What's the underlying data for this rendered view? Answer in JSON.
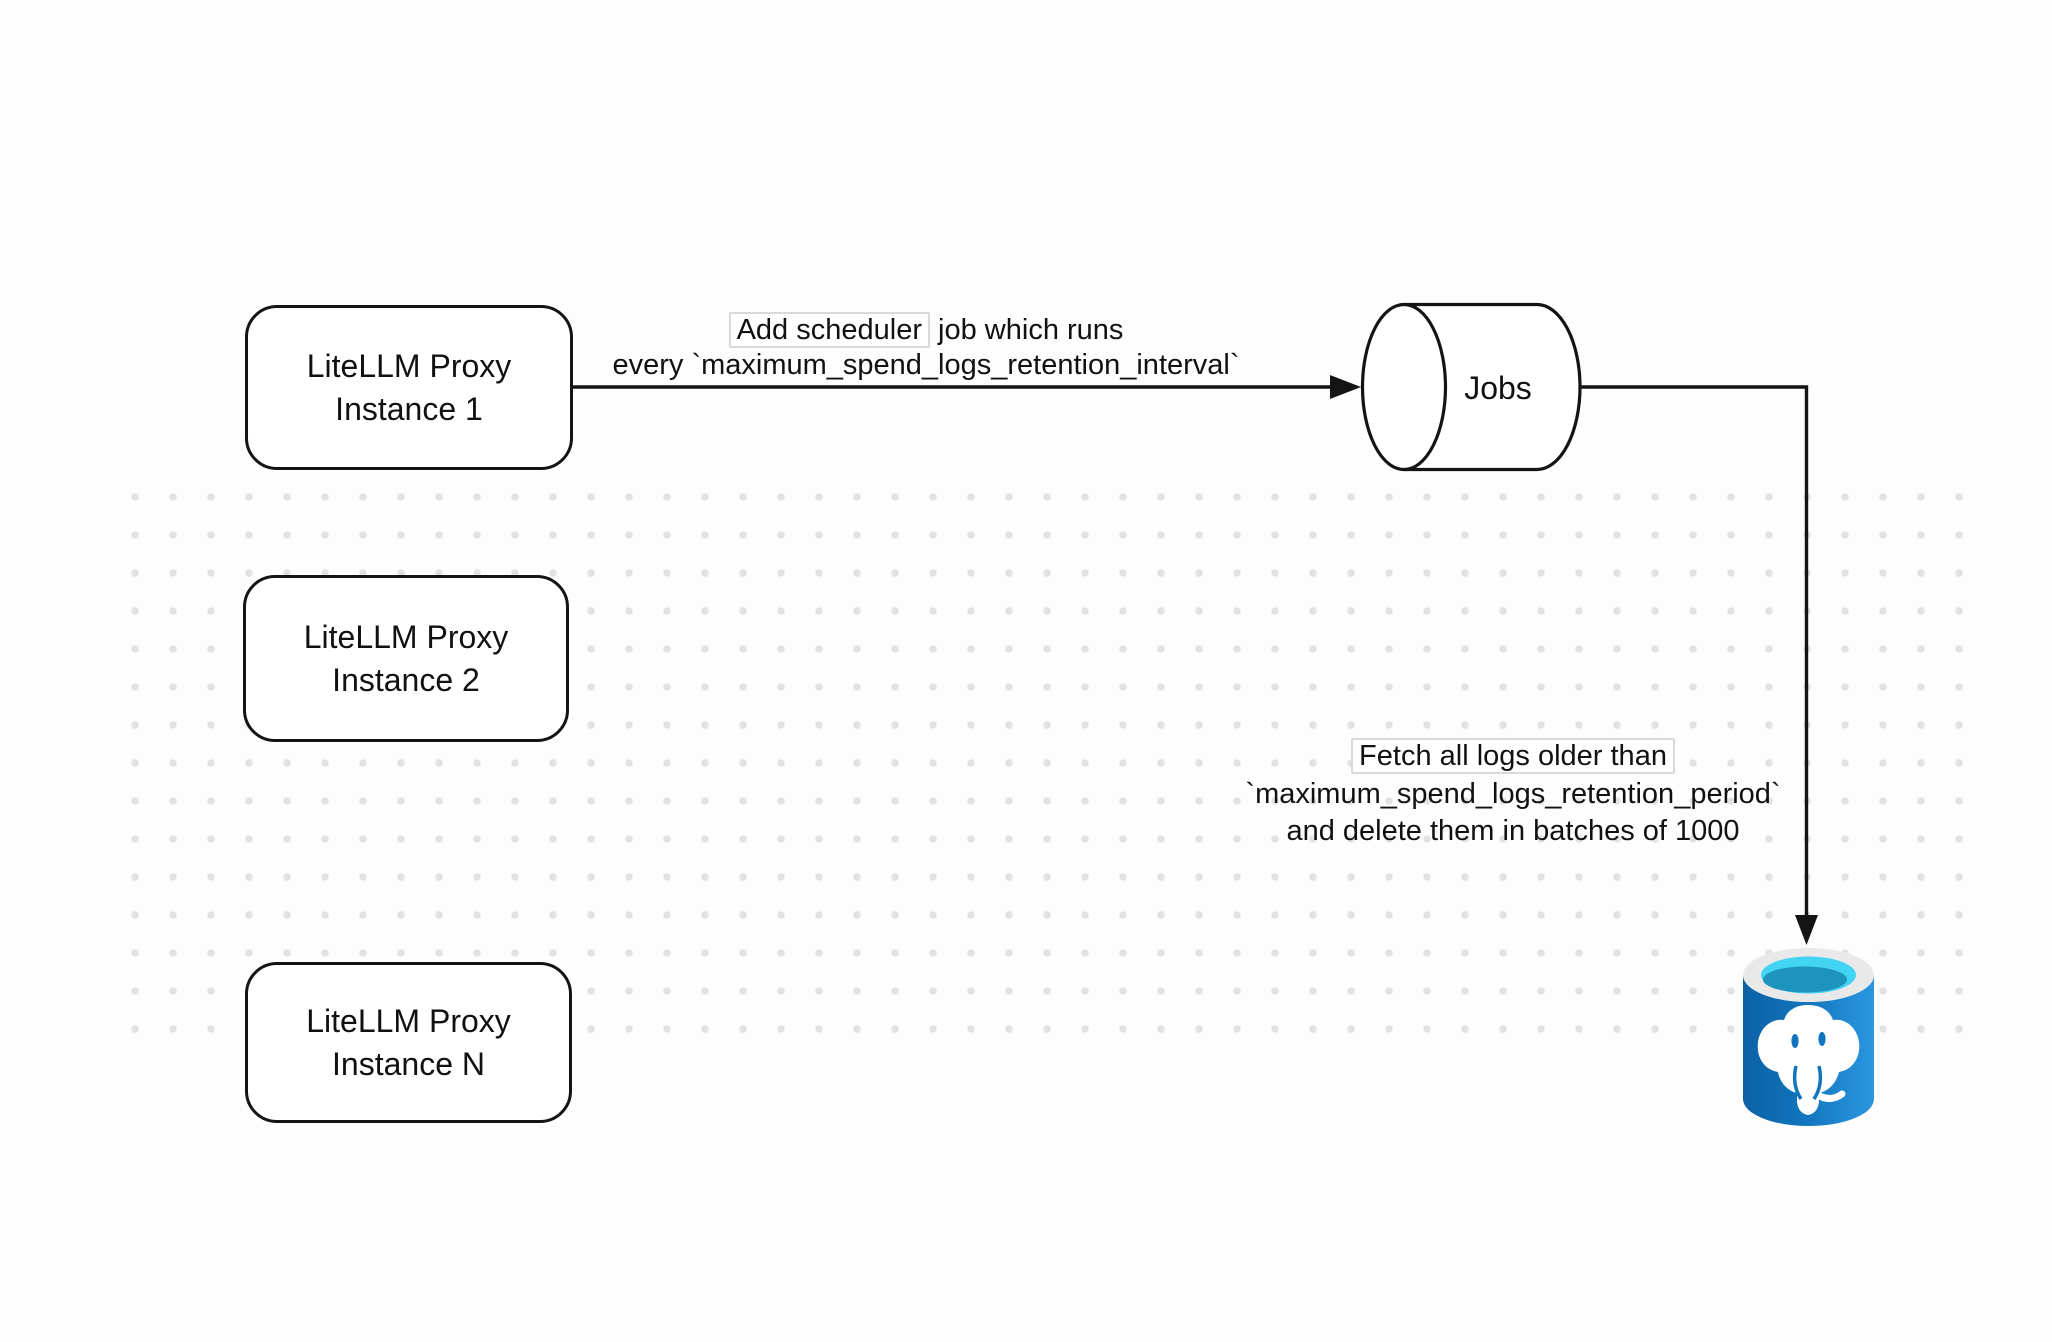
{
  "page": {
    "background": "#fdfdfd"
  },
  "nodes": {
    "instance1": {
      "line1": "LiteLLM Proxy",
      "line2": "Instance 1"
    },
    "instance2": {
      "line1": "LiteLLM Proxy",
      "line2": "Instance 2"
    },
    "instanceN": {
      "line1": "LiteLLM Proxy",
      "line2": "Instance N"
    },
    "jobs": {
      "label": "Jobs"
    }
  },
  "labels": {
    "scheduler": {
      "boxed_text": "Add scheduler",
      "line1_rest": " job which runs",
      "line2": "every `maximum_spend_logs_retention_interval`"
    },
    "fetch": {
      "line1": "Fetch all logs older than",
      "line2": "`maximum_spend_logs_retention_period`",
      "line3": "and delete them in batches of 1000"
    }
  },
  "icons": {
    "postgres": {
      "name": "postgresql-database-icon",
      "colors": {
        "body_dark": "#0c61a4",
        "body": "#1174bc",
        "body_light": "#2a97e0",
        "rim": "#e9e9e9",
        "opening_cyan": "#43d3f3",
        "opening_teal": "#1e93bd",
        "elephant": "#ffffff"
      }
    }
  },
  "style": {
    "stroke": "#141414",
    "dot_color": "#e2e2e2",
    "text_color": "#111111",
    "label_box_border": "#d9d9d9"
  }
}
